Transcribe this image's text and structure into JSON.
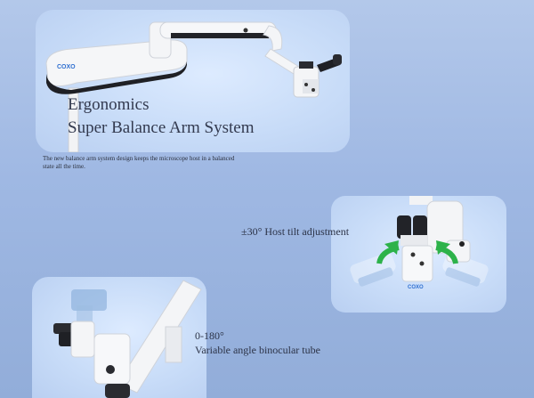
{
  "arm_section": {
    "brand_logo": "COXO",
    "heading_line1": "Ergonomics",
    "heading_line2": "Super Balance Arm System",
    "description": "The new balance arm system design keeps the microscope host in a balanced state all the time."
  },
  "tilt_section": {
    "label": "±30° Host tilt adjustment",
    "brand_logo": "COXO",
    "arrow_color": "#2db24a"
  },
  "tube_section": {
    "angle_range": "0-180°",
    "label": "Variable angle binocular tube"
  },
  "colors": {
    "background": "#a6bde5",
    "card": "#cfe0fa",
    "text": "#2c3347",
    "arm_dark": "#1e1f24",
    "arm_white": "#f4f5f7"
  }
}
